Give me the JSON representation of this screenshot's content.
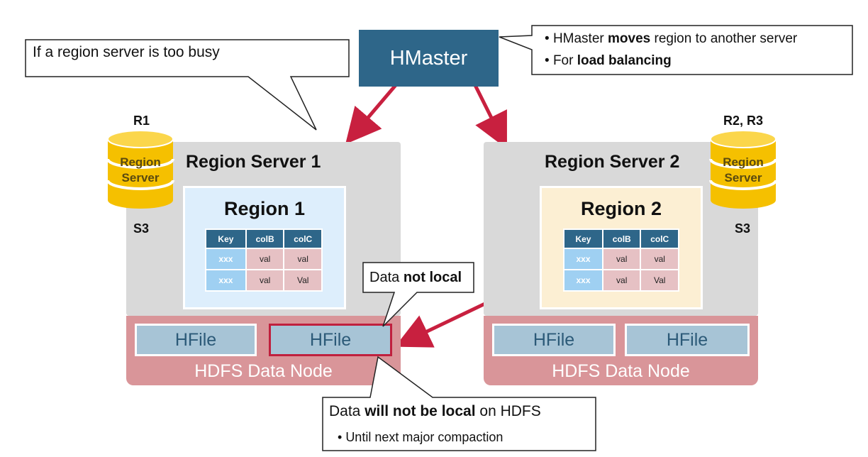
{
  "callouts": {
    "busy": "If a region server is too busy",
    "hmaster_notes": {
      "line1_pre": "HMaster ",
      "line1_bold": "moves",
      "line1_post": " region to another server",
      "line2_pre": "For ",
      "line2_bold": "load balancing"
    },
    "not_local": {
      "pre": "Data ",
      "bold": "not local"
    },
    "hdfs_note": {
      "pre": "Data ",
      "bold": "will not be local",
      "post": " on HDFS",
      "sub": "Until next major compaction"
    }
  },
  "hmaster": {
    "label": "HMaster"
  },
  "servers": [
    {
      "title": "Region Server 1",
      "region": {
        "title": "Region 1",
        "bg": "#ddeefc"
      },
      "cylinder": {
        "top_label": "R1",
        "bottom_label": "S3",
        "text_line1": "Region",
        "text_line2": "Server"
      },
      "hfiles": [
        "HFile",
        "HFile"
      ],
      "hdfs_label": "HDFS Data Node"
    },
    {
      "title": "Region Server 2",
      "region": {
        "title": "Region 2",
        "bg": "#fcefd3"
      },
      "cylinder": {
        "top_label": "R2, R3",
        "bottom_label": "S3",
        "text_line1": "Region",
        "text_line2": "Server"
      },
      "hfiles": [
        "HFile",
        "HFile"
      ],
      "hdfs_label": "HDFS Data Node"
    }
  ],
  "table": {
    "headers": [
      "Key",
      "colB",
      "colC"
    ],
    "rows_r1": [
      [
        "xxx",
        "val",
        "val"
      ],
      [
        "xxx",
        "val",
        "Val"
      ]
    ],
    "rows_r2": [
      [
        "xxx",
        "val",
        "val"
      ],
      [
        "xxx",
        "val",
        "Val"
      ]
    ]
  },
  "colors": {
    "hmaster": "#2e6689",
    "arrow": "#c8203f",
    "server_panel": "#d9d9d9",
    "hdfs": "#d99599",
    "hfile": "#a7c4d6",
    "cylinder": "#f5c000"
  }
}
